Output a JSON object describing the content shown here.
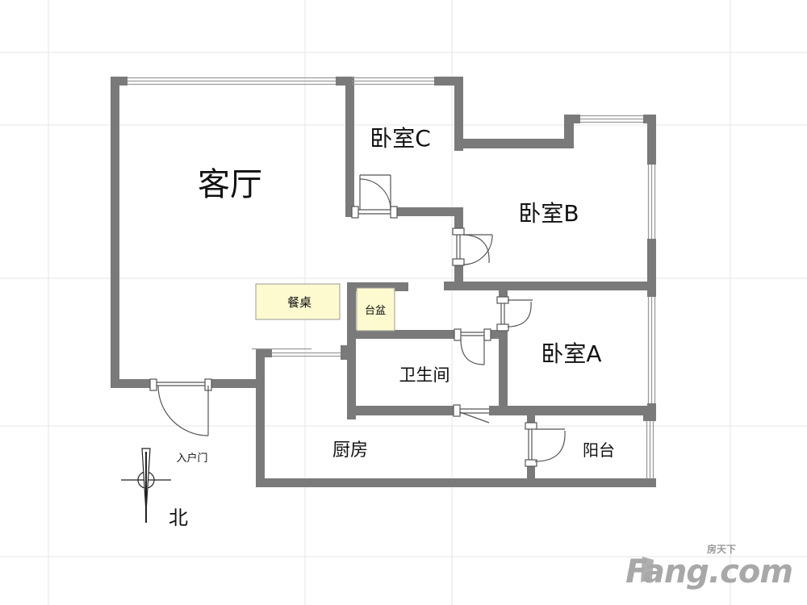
{
  "rooms": {
    "living_room": "客厅",
    "bedroom_c": "卧室C",
    "bedroom_b": "卧室B",
    "bedroom_a": "卧室A",
    "bathroom": "卫生间",
    "kitchen": "厨房",
    "balcony": "阳台"
  },
  "furniture": {
    "dining_table": "餐桌",
    "sink": "台盆"
  },
  "entrance_label": "入户门",
  "north_label": "北",
  "watermark": {
    "brand_text": "房天下",
    "logo_text": "Fang.com"
  },
  "colors": {
    "wall": "#7a7a7a",
    "grid": "#e6e6e6",
    "furniture_fill": "#fdfad0",
    "door": "#555555",
    "window": "#9a9a9a"
  }
}
